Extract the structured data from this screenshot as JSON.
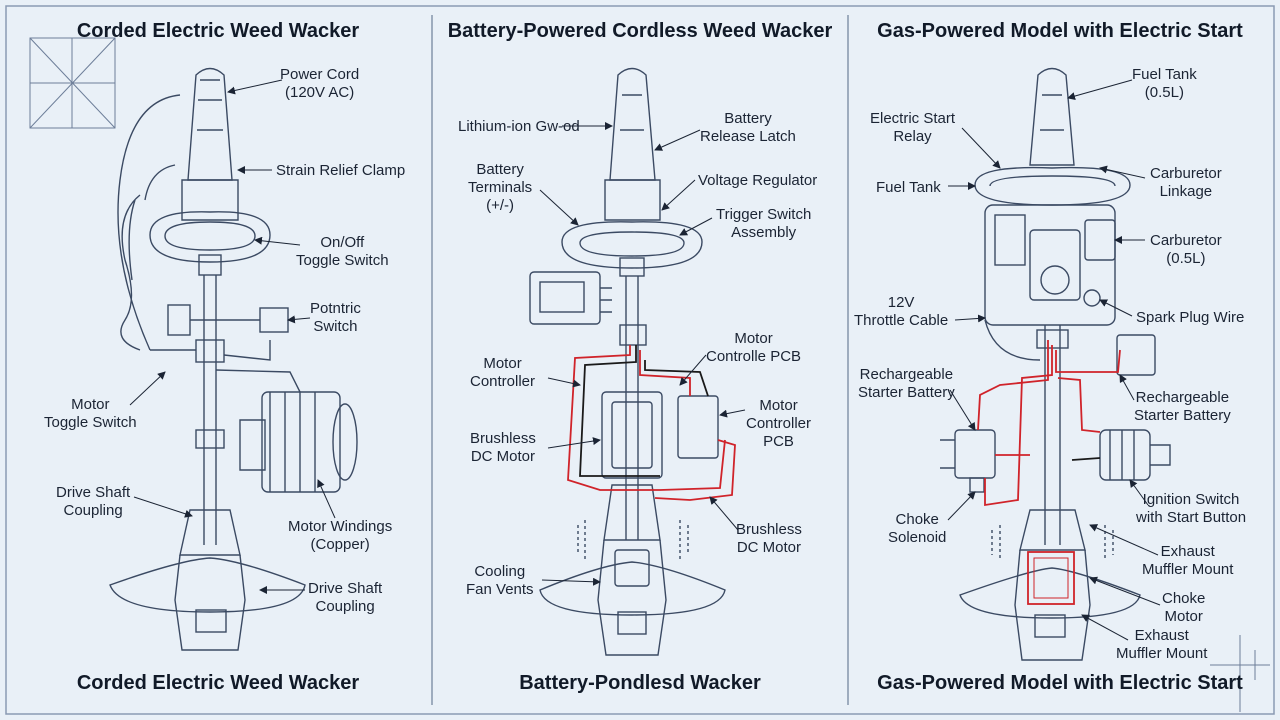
{
  "colors": {
    "background": "#e9f0f7",
    "line": "#3b4a63",
    "wire_red": "#d0232a",
    "wire_black": "#1a1a1a"
  },
  "panels": [
    {
      "title_top": "Corded Electric Weed Wacker",
      "title_bottom": "Corded Electric Weed Wacker",
      "labels": {
        "power_cord": "Power Cord\n(120V AC)",
        "strain_relief": "Strain Relief Clamp",
        "on_off": "On/Off\nToggle Switch",
        "potentiometric": "Potntric\nSwitch",
        "motor_toggle": "Motor\nToggle Switch",
        "drive_shaft_coupling_1": "Drive Shaft\nCoupling",
        "motor_windings": "Motor Windings\n(Copper)",
        "drive_shaft_coupling_2": "Drive Shaft\nCoupling"
      }
    },
    {
      "title_top": "Battery-Powered Cordless Weed Wacker",
      "title_bottom": "Battery-Pondlesd Wacker",
      "labels": {
        "lithium_ion": "Lithium-ion Gw-od",
        "battery_release": "Battery\nRelease Latch",
        "battery_terminals": "Battery\nTerminals\n(+/-)",
        "voltage_regulator": "Voltage Regulator",
        "trigger_switch": "Trigger Switch\nAssembly",
        "motor_controller_left": "Motor\nController",
        "motor_controller_pcb_1": "Motor\nControlle PCB",
        "brushless_left": "Brushless\nDC Motor",
        "motor_controller_pcb_2": "Motor\nController\nPCB",
        "brushless_right": "Brushless\nDC Motor",
        "cooling_fan": "Cooling\nFan Vents"
      }
    },
    {
      "title_top": "Gas-Powered Model with Electric Start",
      "title_bottom": "Gas-Powered Model with Electric Start",
      "labels": {
        "electric_start_relay": "Electric Start\nRelay",
        "fuel_tank_top": "Fuel Tank\n(0.5L)",
        "fuel_tank_left": "Fuel Tank",
        "carburetor_linkage": "Carburetor\nLinkage",
        "carburetor": "Carburetor\n(0.5L)",
        "throttle_cable": "12V\nThrottle Cable",
        "spark_plug": "Spark Plug Wire",
        "rechargeable_left": "Rechargeable\nStarter Battery",
        "rechargeable_right": "Rechargeable\nStarter Battery",
        "ignition_switch": "Ignition Switch\nwith Start Button",
        "choke_solenoid": "Choke\nSolenoid",
        "exhaust_muffler_1": "Exhaust\nMuffler Mount",
        "choke_motor": "Choke\nMotor",
        "exhaust_muffler_2": "Exhaust\nMuffler Mount"
      }
    }
  ]
}
